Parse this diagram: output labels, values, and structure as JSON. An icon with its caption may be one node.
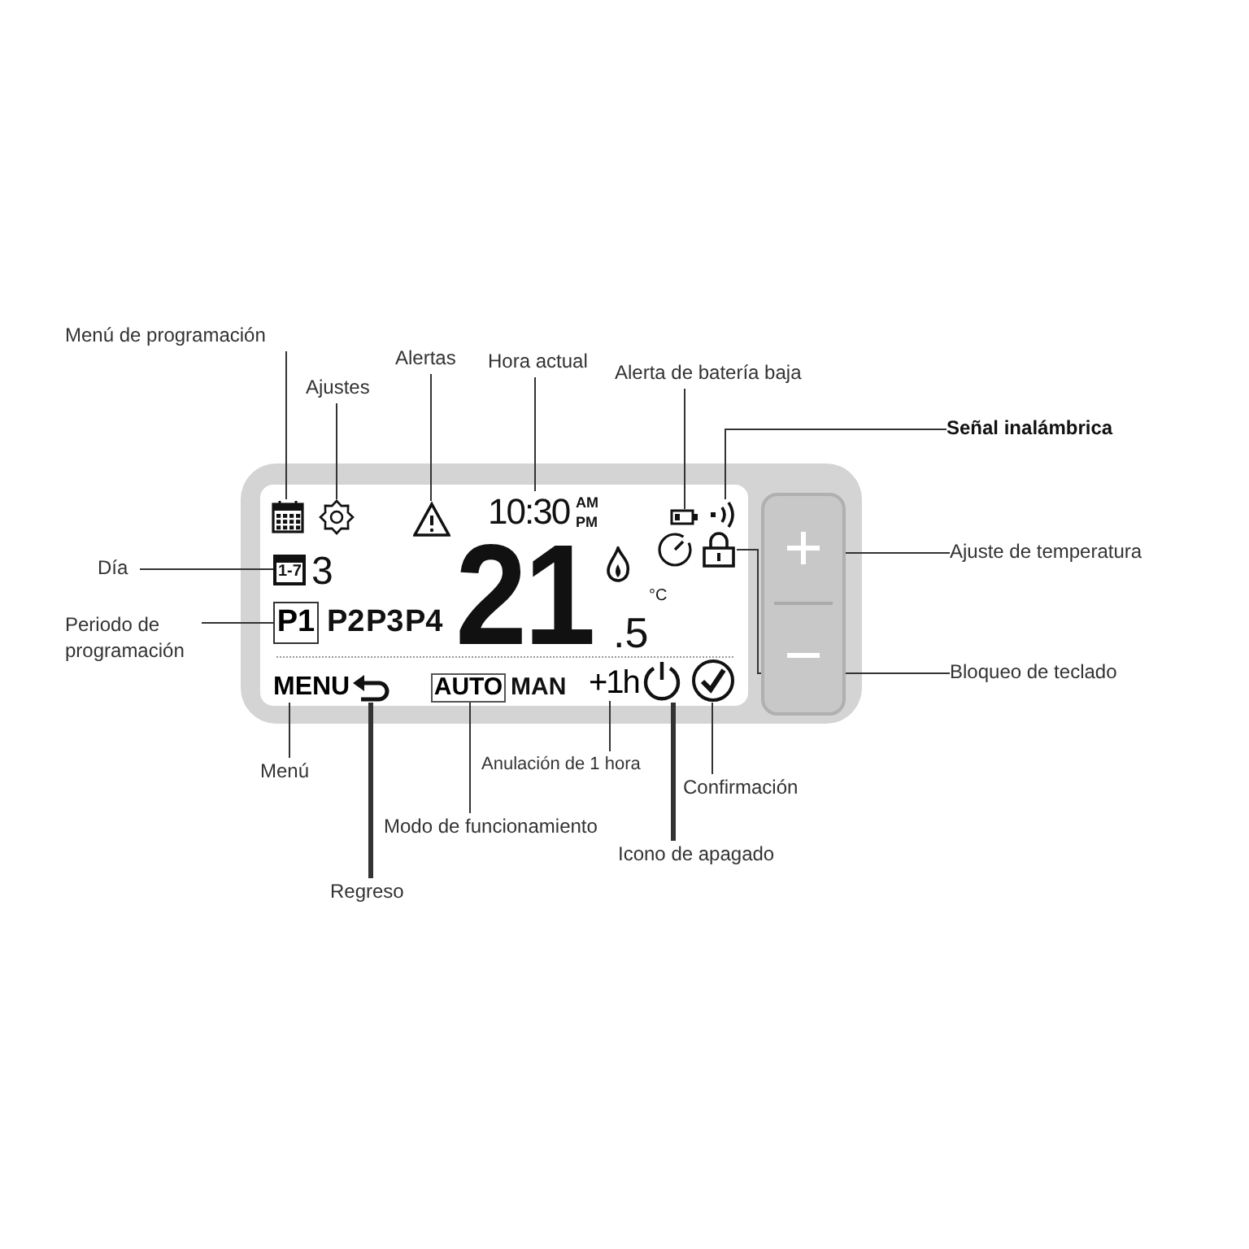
{
  "diagram": {
    "nodes": [
      {
        "text": [
          "Menú de programación"
        ]
      },
      {
        "text": [
          "Ajustes"
        ]
      },
      {
        "text": [
          "Alertas"
        ]
      },
      {
        "text": [
          "Hora actual"
        ]
      },
      {
        "text": [
          "Alerta de batería baja"
        ]
      },
      {
        "text": [
          "Señal inalámbrica"
        ]
      },
      {
        "text": [
          "Día"
        ]
      },
      {
        "text": [
          "Ajuste de temperatura"
        ]
      },
      {
        "text": [
          "Periodo de programación"
        ]
      },
      {
        "text": [
          "Bloqueo de teclado"
        ]
      },
      {
        "text": [
          "Menú"
        ]
      },
      {
        "text": [
          "Anulación de 1 hora"
        ]
      },
      {
        "text": [
          "Confirmación"
        ]
      },
      {
        "text": [
          "Modo de funcionamiento"
        ]
      },
      {
        "text": [
          "Icono de apagado"
        ]
      },
      {
        "text": [
          "Regreso"
        ]
      },
      {
        "text": [],
        "shape": "calendar"
      },
      {
        "text": [],
        "shape": "gear"
      },
      {
        "text": [],
        "shape": "triangle"
      },
      {
        "text": [
          "10:30",
          "AM",
          "PM"
        ]
      },
      {
        "text": [],
        "shape": "battery"
      },
      {
        "text": [],
        "shape": "signal"
      },
      {
        "text": [
          "1-7",
          "3"
        ]
      },
      {
        "text": [],
        "shape": "box"
      },
      {
        "text": [
          "P1"
        ]
      },
      {
        "text": [],
        "shape": "lock"
      },
      {
        "text": [
          "MENU"
        ]
      },
      {
        "text": [
          "+1h"
        ]
      },
      {
        "text": [],
        "shape": "circle"
      },
      {
        "text": [
          "AUTO"
        ],
        "beside": [
          "MAN"
        ]
      },
      {
        "text": [],
        "shape": "power"
      },
      {
        "text": [],
        "shape": "arrow"
      }
    ],
    "edges": [
      {
        "from": 0,
        "to": 16,
        "arrow": "none"
      },
      {
        "from": 1,
        "to": 17,
        "arrow": "none"
      },
      {
        "from": 2,
        "to": 18,
        "arrow": "none"
      },
      {
        "from": 3,
        "to": 19,
        "arrow": "none"
      },
      {
        "from": 4,
        "to": 20,
        "arrow": "none"
      },
      {
        "from": 5,
        "to": 21,
        "arrow": "none"
      },
      {
        "from": 6,
        "to": 22,
        "arrow": "none"
      },
      {
        "from": 7,
        "to": 23,
        "arrow": "none"
      },
      {
        "from": 8,
        "to": 24,
        "arrow": "none"
      },
      {
        "from": 9,
        "to": 25,
        "arrow": "none"
      },
      {
        "from": 10,
        "to": 26,
        "arrow": "none"
      },
      {
        "from": 11,
        "to": 27,
        "arrow": "none"
      },
      {
        "from": 12,
        "to": 28,
        "arrow": "none"
      },
      {
        "from": 13,
        "to": 29,
        "arrow": "none"
      },
      {
        "from": 14,
        "to": 30,
        "arrow": "none",
        "style": "thick"
      },
      {
        "from": 15,
        "to": 31,
        "arrow": "none",
        "style": "thick"
      }
    ],
    "labels": [
      "21",
      "°C",
      "P2",
      "P3",
      "P4",
      ".5"
    ]
  }
}
